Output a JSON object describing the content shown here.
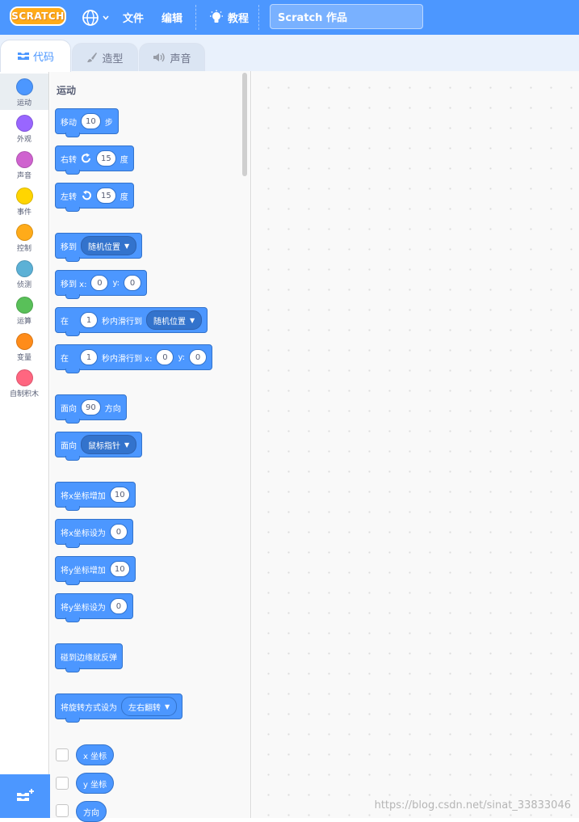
{
  "menu": {
    "logo_text": "SCRATCH",
    "globe_icon": "globe-icon",
    "file": "文件",
    "edit": "编辑",
    "tutorials": "教程",
    "project_title": "Scratch 作品"
  },
  "tabs": [
    {
      "label": "代码",
      "icon": "code-icon"
    },
    {
      "label": "造型",
      "icon": "brush-icon"
    },
    {
      "label": "声音",
      "icon": "speaker-icon"
    }
  ],
  "categories": [
    {
      "label": "运动",
      "color": "#4c97ff"
    },
    {
      "label": "外观",
      "color": "#9966ff"
    },
    {
      "label": "声音",
      "color": "#cf63cf"
    },
    {
      "label": "事件",
      "color": "#ffd500"
    },
    {
      "label": "控制",
      "color": "#ffab19"
    },
    {
      "label": "侦测",
      "color": "#5cb1d6"
    },
    {
      "label": "运算",
      "color": "#59c059"
    },
    {
      "label": "变量",
      "color": "#ff8c1a"
    },
    {
      "label": "自制积木",
      "color": "#ff6680"
    }
  ],
  "palette": {
    "section_title": "运动",
    "move": {
      "label": "移动",
      "steps": "10",
      "suffix": "步"
    },
    "turn_right": {
      "label": "右转",
      "degrees": "15",
      "suffix": "度"
    },
    "turn_left": {
      "label": "左转",
      "degrees": "15",
      "suffix": "度"
    },
    "goto": {
      "label": "移到",
      "target": "随机位置"
    },
    "goto_xy": {
      "label": "移到 x:",
      "x": "0",
      "y_label": "y:",
      "y": "0"
    },
    "glide_to": {
      "label": "在",
      "secs": "1",
      "mid": "秒内滑行到",
      "target": "随机位置"
    },
    "glide_xy": {
      "label": "在",
      "secs": "1",
      "mid": "秒内滑行到 x:",
      "x": "0",
      "y_label": "y:",
      "y": "0"
    },
    "point_dir": {
      "label": "面向",
      "deg": "90",
      "suffix": "方向"
    },
    "point_towards": {
      "label": "面向",
      "target": "鼠标指针"
    },
    "change_x": {
      "label": "将x坐标增加",
      "value": "10"
    },
    "set_x": {
      "label": "将x坐标设为",
      "value": "0"
    },
    "change_y": {
      "label": "将y坐标增加",
      "value": "10"
    },
    "set_y": {
      "label": "将y坐标设为",
      "value": "0"
    },
    "bounce": {
      "label": "碰到边缘就反弹"
    },
    "rotation_style": {
      "label": "将旋转方式设为",
      "value": "左右翻转"
    },
    "reporters": {
      "x": "x 坐标",
      "y": "y 坐标",
      "dir": "方向"
    }
  },
  "watermark": "https://blog.csdn.net/sinat_33833046"
}
